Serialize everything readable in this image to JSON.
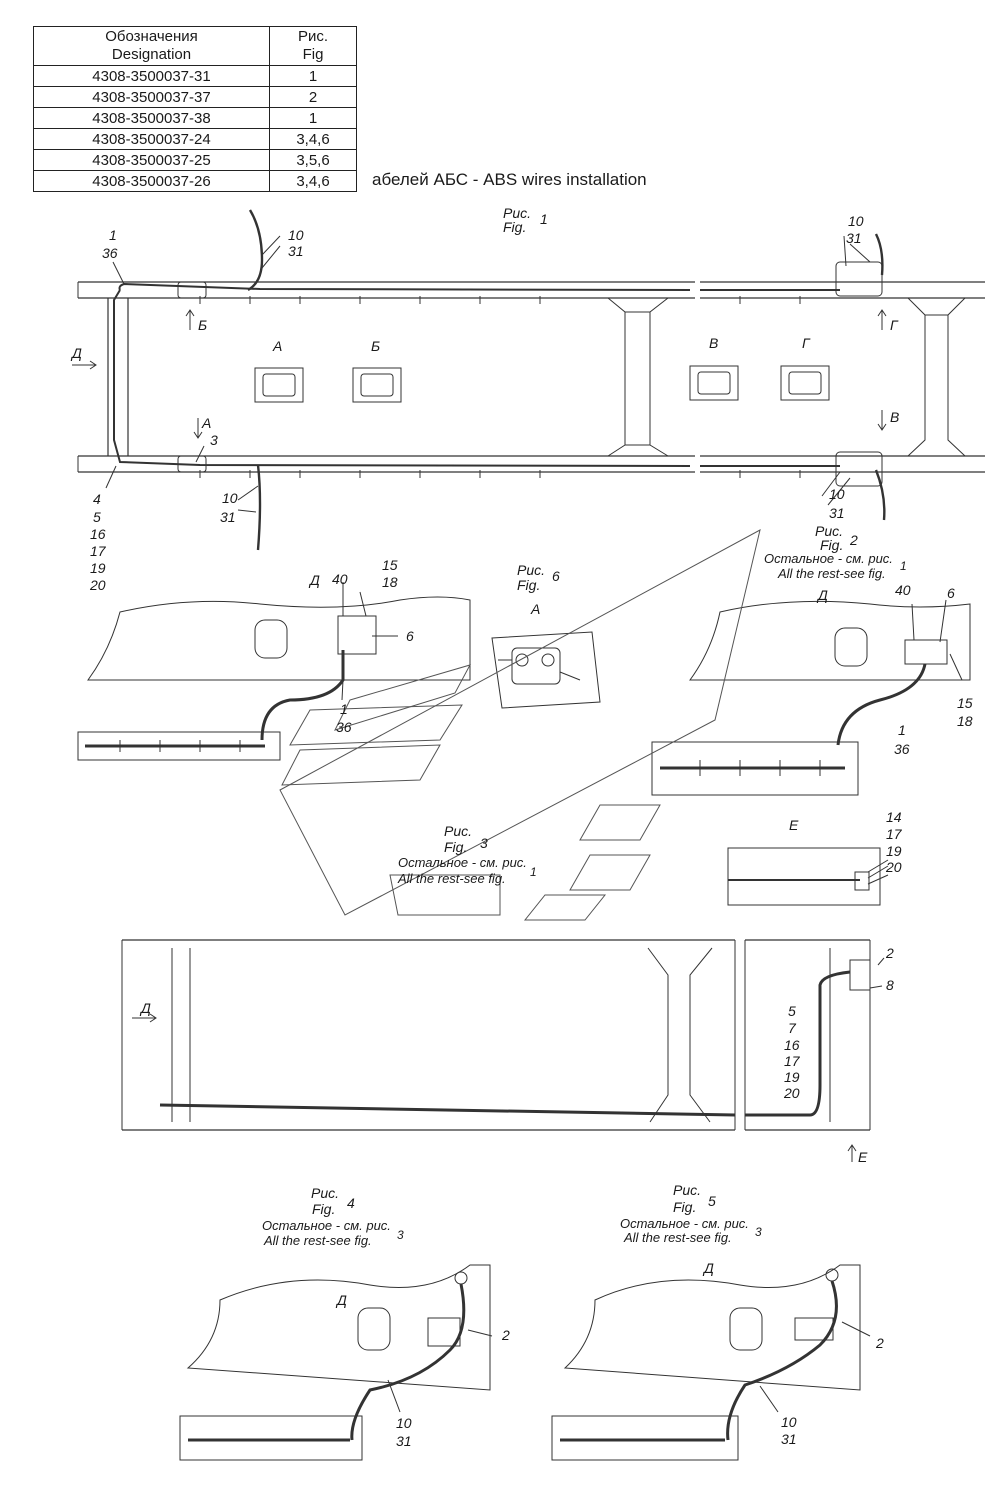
{
  "table": {
    "header": {
      "designation": "Обозначения\nDesignation",
      "fig": "Рис.\nFig"
    },
    "rows": [
      {
        "designation": "4308-3500037-31",
        "fig": "1"
      },
      {
        "designation": "4308-3500037-37",
        "fig": "2"
      },
      {
        "designation": "4308-3500037-38",
        "fig": "1"
      },
      {
        "designation": "4308-3500037-24",
        "fig": "3,4,6"
      },
      {
        "designation": "4308-3500037-25",
        "fig": "3,5,6"
      },
      {
        "designation": "4308-3500037-26",
        "fig": "3,4,6"
      }
    ]
  },
  "title": "абелей АБС  -  ABS wires installation",
  "figures": {
    "fig1": {
      "ru": "Рис.",
      "en": "Fig.",
      "num": "1"
    },
    "fig2": {
      "ru": "Рис.",
      "en": "Fig.",
      "num": "2",
      "note_ru": "Остальное - см. рис.",
      "note_en": "All the rest-see fig.",
      "note_num": "1"
    },
    "fig3": {
      "ru": "Рис.",
      "en": "Fig.",
      "num": "3",
      "note_ru": "Остальное - см. рис.",
      "note_en": "All the rest-see fig.",
      "note_num": "1"
    },
    "fig4": {
      "ru": "Рис.",
      "en": "Fig.",
      "num": "4",
      "note_ru": "Остальное - см. рис.",
      "note_en": "All the rest-see fig.",
      "note_num": "3"
    },
    "fig5": {
      "ru": "Рис.",
      "en": "Fig.",
      "num": "5",
      "note_ru": "Остальное - см. рис.",
      "note_en": "All the rest-see fig.",
      "note_num": "3"
    },
    "fig6": {
      "ru": "Рис.",
      "en": "Fig.",
      "num": "6"
    }
  },
  "views": {
    "a": "А",
    "b": "Б",
    "v": "В",
    "g": "Г",
    "d": "Д",
    "e": "Е"
  },
  "callouts": {
    "n1": "1",
    "n2": "2",
    "n3": "3",
    "n4": "4",
    "n5": "5",
    "n6": "6",
    "n7": "7",
    "n8": "8",
    "n10": "10",
    "n14": "14",
    "n15": "15",
    "n16": "16",
    "n17": "17",
    "n18": "18",
    "n19": "19",
    "n20": "20",
    "n31": "31",
    "n36": "36",
    "n40": "40"
  }
}
